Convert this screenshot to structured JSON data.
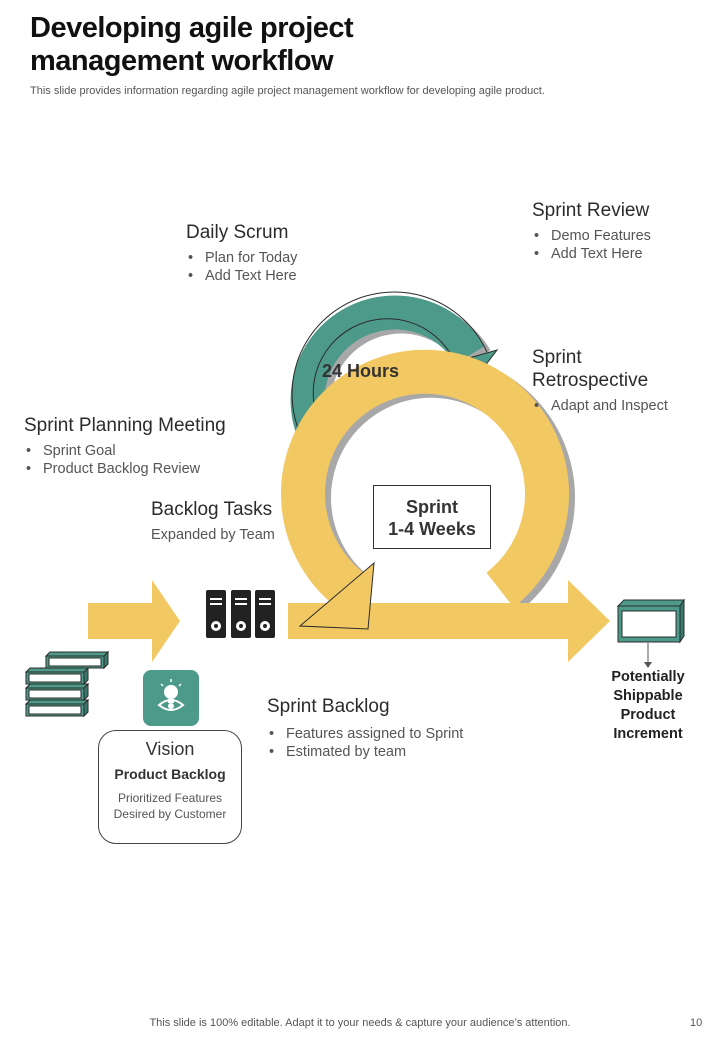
{
  "header": {
    "title": "Developing agile project management workflow",
    "subtitle": "This slide provides information regarding agile project management workflow for developing agile product."
  },
  "daily_scrum": {
    "heading": "Daily Scrum",
    "bullets": [
      "Plan for Today",
      "Add Text Here"
    ]
  },
  "sprint_review": {
    "heading": "Sprint Review",
    "bullets": [
      "Demo Features",
      "Add Text Here"
    ]
  },
  "sprint_retrospective": {
    "heading_line1": "Sprint",
    "heading_line2": "Retrospective",
    "bullets": [
      "Adapt and Inspect"
    ]
  },
  "sprint_planning": {
    "heading": "Sprint Planning Meeting",
    "bullets": [
      "Sprint Goal",
      "Product Backlog Review"
    ]
  },
  "backlog_tasks": {
    "heading": "Backlog Tasks",
    "text": "Expanded by Team"
  },
  "sprint_backlog": {
    "heading": "Sprint Backlog",
    "bullets": [
      "Features assigned to Sprint",
      "Estimated by team"
    ]
  },
  "cycle": {
    "daily_label": "24 Hours",
    "sprint_line1": "Sprint",
    "sprint_line2": "1-4 Weeks"
  },
  "vision": {
    "title": "Vision",
    "subtitle": "Product Backlog",
    "desc_line1": "Prioritized Features",
    "desc_line2": "Desired by Customer"
  },
  "increment": {
    "line1": "Potentially",
    "line2": "Shippable",
    "line3": "Product",
    "line4": "Increment"
  },
  "footer": {
    "text": "This slide is 100% editable. Adapt it to your needs & capture your audience’s attention.",
    "page": "10"
  },
  "colors": {
    "teal": "#4e9a8a",
    "yellow": "#f2c862",
    "shadow": "#a8a8a8",
    "dark": "#2b2b2b"
  },
  "icons": [
    "product-backlog-stack-icon",
    "vision-idea-icon",
    "backlog-tasks-binders-icon",
    "product-increment-box-icon"
  ]
}
